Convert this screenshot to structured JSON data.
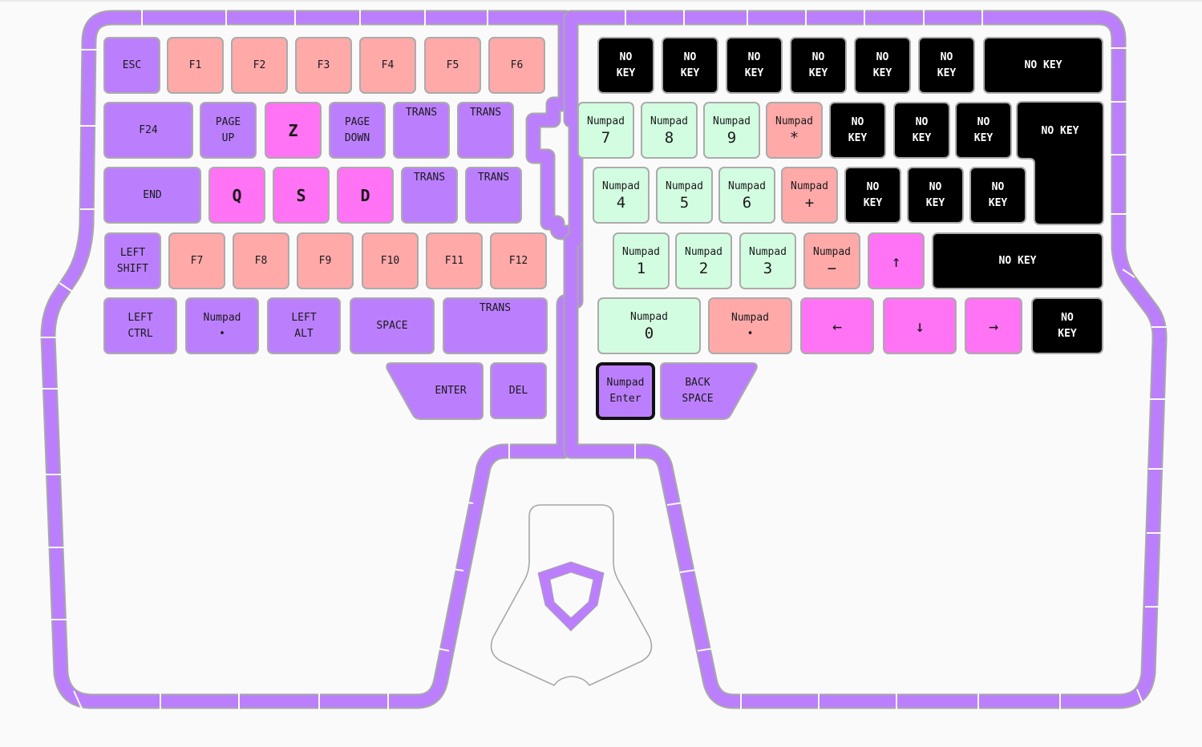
{
  "layout": {
    "name": "split ergonomic keyboard layer view",
    "colors": {
      "purple": "#bb7ffd",
      "pink": "#ffa9a9",
      "magenta": "#ff73f4",
      "mint": "#d3fde1",
      "black": "#000000",
      "led_ring": "#bb7ffd",
      "key_border": "#ababab"
    },
    "selected_key": "Numpad Enter"
  },
  "left_half": {
    "row1": [
      {
        "l1": "ESC",
        "l2": ""
      },
      {
        "l1": "F1",
        "l2": ""
      },
      {
        "l1": "F2",
        "l2": ""
      },
      {
        "l1": "F3",
        "l2": ""
      },
      {
        "l1": "F4",
        "l2": ""
      },
      {
        "l1": "F5",
        "l2": ""
      },
      {
        "l1": "F6",
        "l2": ""
      }
    ],
    "row2": [
      {
        "l1": "F24",
        "l2": ""
      },
      {
        "l1": "PAGE",
        "l2": "UP"
      },
      {
        "l1": "Z",
        "l2": ""
      },
      {
        "l1": "PAGE",
        "l2": "DOWN"
      },
      {
        "l1": "TRANS",
        "l2": ""
      },
      {
        "l1": "TRANS",
        "l2": ""
      }
    ],
    "row3": [
      {
        "l1": "END",
        "l2": ""
      },
      {
        "l1": "Q",
        "l2": ""
      },
      {
        "l1": "S",
        "l2": ""
      },
      {
        "l1": "D",
        "l2": ""
      },
      {
        "l1": "TRANS",
        "l2": ""
      },
      {
        "l1": "TRANS",
        "l2": ""
      }
    ],
    "row4": [
      {
        "l1": "LEFT",
        "l2": "SHIFT"
      },
      {
        "l1": "F7",
        "l2": ""
      },
      {
        "l1": "F8",
        "l2": ""
      },
      {
        "l1": "F9",
        "l2": ""
      },
      {
        "l1": "F10",
        "l2": ""
      },
      {
        "l1": "F11",
        "l2": ""
      },
      {
        "l1": "F12",
        "l2": ""
      }
    ],
    "row5": [
      {
        "l1": "LEFT",
        "l2": "CTRL"
      },
      {
        "l1": "Numpad",
        "l2": "•"
      },
      {
        "l1": "LEFT",
        "l2": "ALT"
      },
      {
        "l1": "SPACE",
        "l2": ""
      },
      {
        "l1": "TRANS",
        "l2": ""
      }
    ],
    "thumb": [
      {
        "l1": "ENTER",
        "l2": ""
      },
      {
        "l1": "DEL",
        "l2": ""
      }
    ]
  },
  "right_half": {
    "row1": [
      {
        "l1": "NO",
        "l2": "KEY"
      },
      {
        "l1": "NO",
        "l2": "KEY"
      },
      {
        "l1": "NO",
        "l2": "KEY"
      },
      {
        "l1": "NO",
        "l2": "KEY"
      },
      {
        "l1": "NO",
        "l2": "KEY"
      },
      {
        "l1": "NO",
        "l2": "KEY"
      },
      {
        "l1": "NO KEY",
        "l2": ""
      }
    ],
    "row2": [
      {
        "l1": "Numpad",
        "l2": "7"
      },
      {
        "l1": "Numpad",
        "l2": "8"
      },
      {
        "l1": "Numpad",
        "l2": "9"
      },
      {
        "l1": "Numpad",
        "l2": "*"
      },
      {
        "l1": "NO",
        "l2": "KEY"
      },
      {
        "l1": "NO",
        "l2": "KEY"
      },
      {
        "l1": "NO",
        "l2": "KEY"
      },
      {
        "l1": "NO KEY",
        "l2": ""
      }
    ],
    "row3": [
      {
        "l1": "Numpad",
        "l2": "4"
      },
      {
        "l1": "Numpad",
        "l2": "5"
      },
      {
        "l1": "Numpad",
        "l2": "6"
      },
      {
        "l1": "Numpad",
        "l2": "+"
      },
      {
        "l1": "NO",
        "l2": "KEY"
      },
      {
        "l1": "NO",
        "l2": "KEY"
      },
      {
        "l1": "NO",
        "l2": "KEY"
      }
    ],
    "row4": [
      {
        "l1": "Numpad",
        "l2": "1"
      },
      {
        "l1": "Numpad",
        "l2": "2"
      },
      {
        "l1": "Numpad",
        "l2": "3"
      },
      {
        "l1": "Numpad",
        "l2": "−"
      },
      {
        "l1": "↑",
        "l2": ""
      },
      {
        "l1": "NO KEY",
        "l2": ""
      }
    ],
    "row5": [
      {
        "l1": "Numpad",
        "l2": "0"
      },
      {
        "l1": "Numpad",
        "l2": "•"
      },
      {
        "l1": "←",
        "l2": ""
      },
      {
        "l1": "↓",
        "l2": ""
      },
      {
        "l1": "→",
        "l2": ""
      },
      {
        "l1": "NO",
        "l2": "KEY"
      }
    ],
    "thumb": [
      {
        "l1": "Numpad",
        "l2": "Enter"
      },
      {
        "l1": "BACK",
        "l2": "SPACE"
      }
    ]
  },
  "palm": {
    "logo": "shield-logo"
  }
}
